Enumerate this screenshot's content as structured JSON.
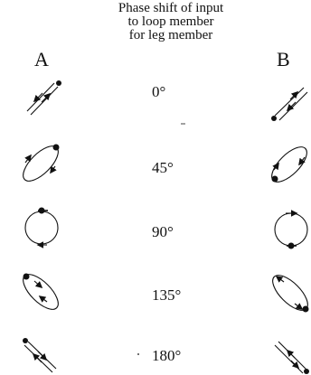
{
  "heading": {
    "line1": "Phase shift of input",
    "line2": "to loop member",
    "line3": "for leg member"
  },
  "columns": {
    "left": "A",
    "right": "B"
  },
  "rows": [
    {
      "phase": "0°"
    },
    {
      "phase": "45°"
    },
    {
      "phase": "90°"
    },
    {
      "phase": "135°"
    },
    {
      "phase": "180°"
    }
  ]
}
